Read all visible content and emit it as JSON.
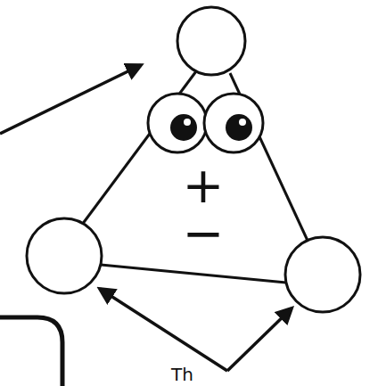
{
  "diagram": {
    "labels": [
      "+",
      "−",
      "Th"
    ]
  }
}
